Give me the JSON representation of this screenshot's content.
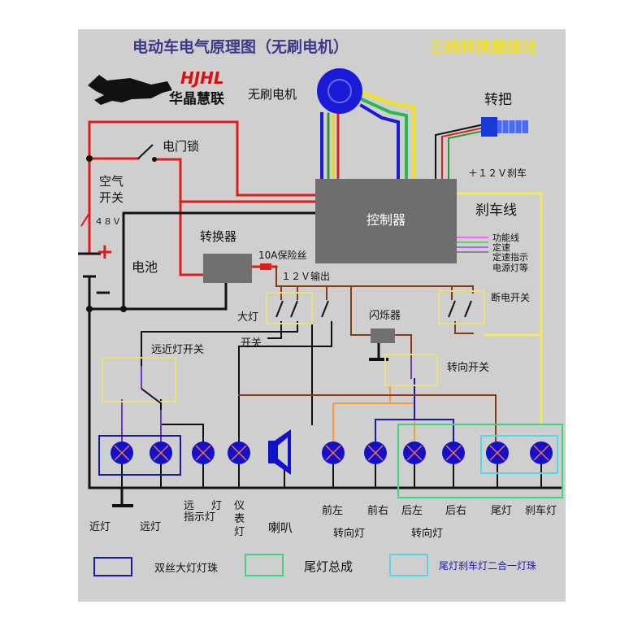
{
  "title": {
    "main": "电动车电气原理图（无刷电机）",
    "highlight": "三线转换器接法"
  },
  "brand": {
    "latin": "HJHL",
    "cjk": "华晶慧联"
  },
  "components": {
    "motor": "无刷电机",
    "throttle": "转把",
    "brake_12v": "＋１２Ｖ刹车",
    "controller": "控制器",
    "brake_line": "刹车线",
    "func_lines": [
      "功能线",
      "定速",
      "定速指示",
      "电源灯等"
    ],
    "key_lock": "电门锁",
    "air_switch": [
      "空气",
      "开关"
    ],
    "voltage": "４８Ｖ",
    "battery": "电池",
    "plus": "+",
    "minus": "−",
    "converter": "转换器",
    "fuse": "10A保险丝",
    "output_12v": "１２Ｖ输出",
    "headlight_switch": [
      "大灯",
      "开关"
    ],
    "flasher": "闪烁器",
    "cutoff_switch": "断电开关",
    "hilo_switch": "远近灯开关",
    "turn_switch": "转向开关"
  },
  "bottom_labels": {
    "low_beam": "近灯",
    "high_beam": "远灯",
    "high_indicator": [
      "远",
      "指示灯",
      "灯"
    ],
    "dash_light": [
      "仪",
      "表",
      "灯"
    ],
    "horn": [
      "喇",
      "叭"
    ],
    "front_left": "前左",
    "front_right": "前右",
    "rear_left": "后左",
    "rear_right": "后右",
    "front_turn": "转向灯",
    "rear_turn": "转向灯",
    "tail": "尾灯",
    "brake_light": "刹车灯"
  },
  "legend": [
    {
      "label": "双丝大灯灯珠",
      "color": "#1a1aa8"
    },
    {
      "label": "尾灯总成",
      "color": "#3fd67a"
    },
    {
      "label": "尾灯刹车灯二合一灯珠",
      "color": "#4fd8e8"
    }
  ],
  "colors": {
    "background": "#cfcfcf",
    "positive_wire": "#e01b1b",
    "ground_wire": "#111111",
    "signal_wire": "#8a3a10",
    "switch_box": "#e8e07a",
    "lamp": "#1111cc",
    "title_highlight": "#f2e21a",
    "brand_red": "#d81010"
  }
}
